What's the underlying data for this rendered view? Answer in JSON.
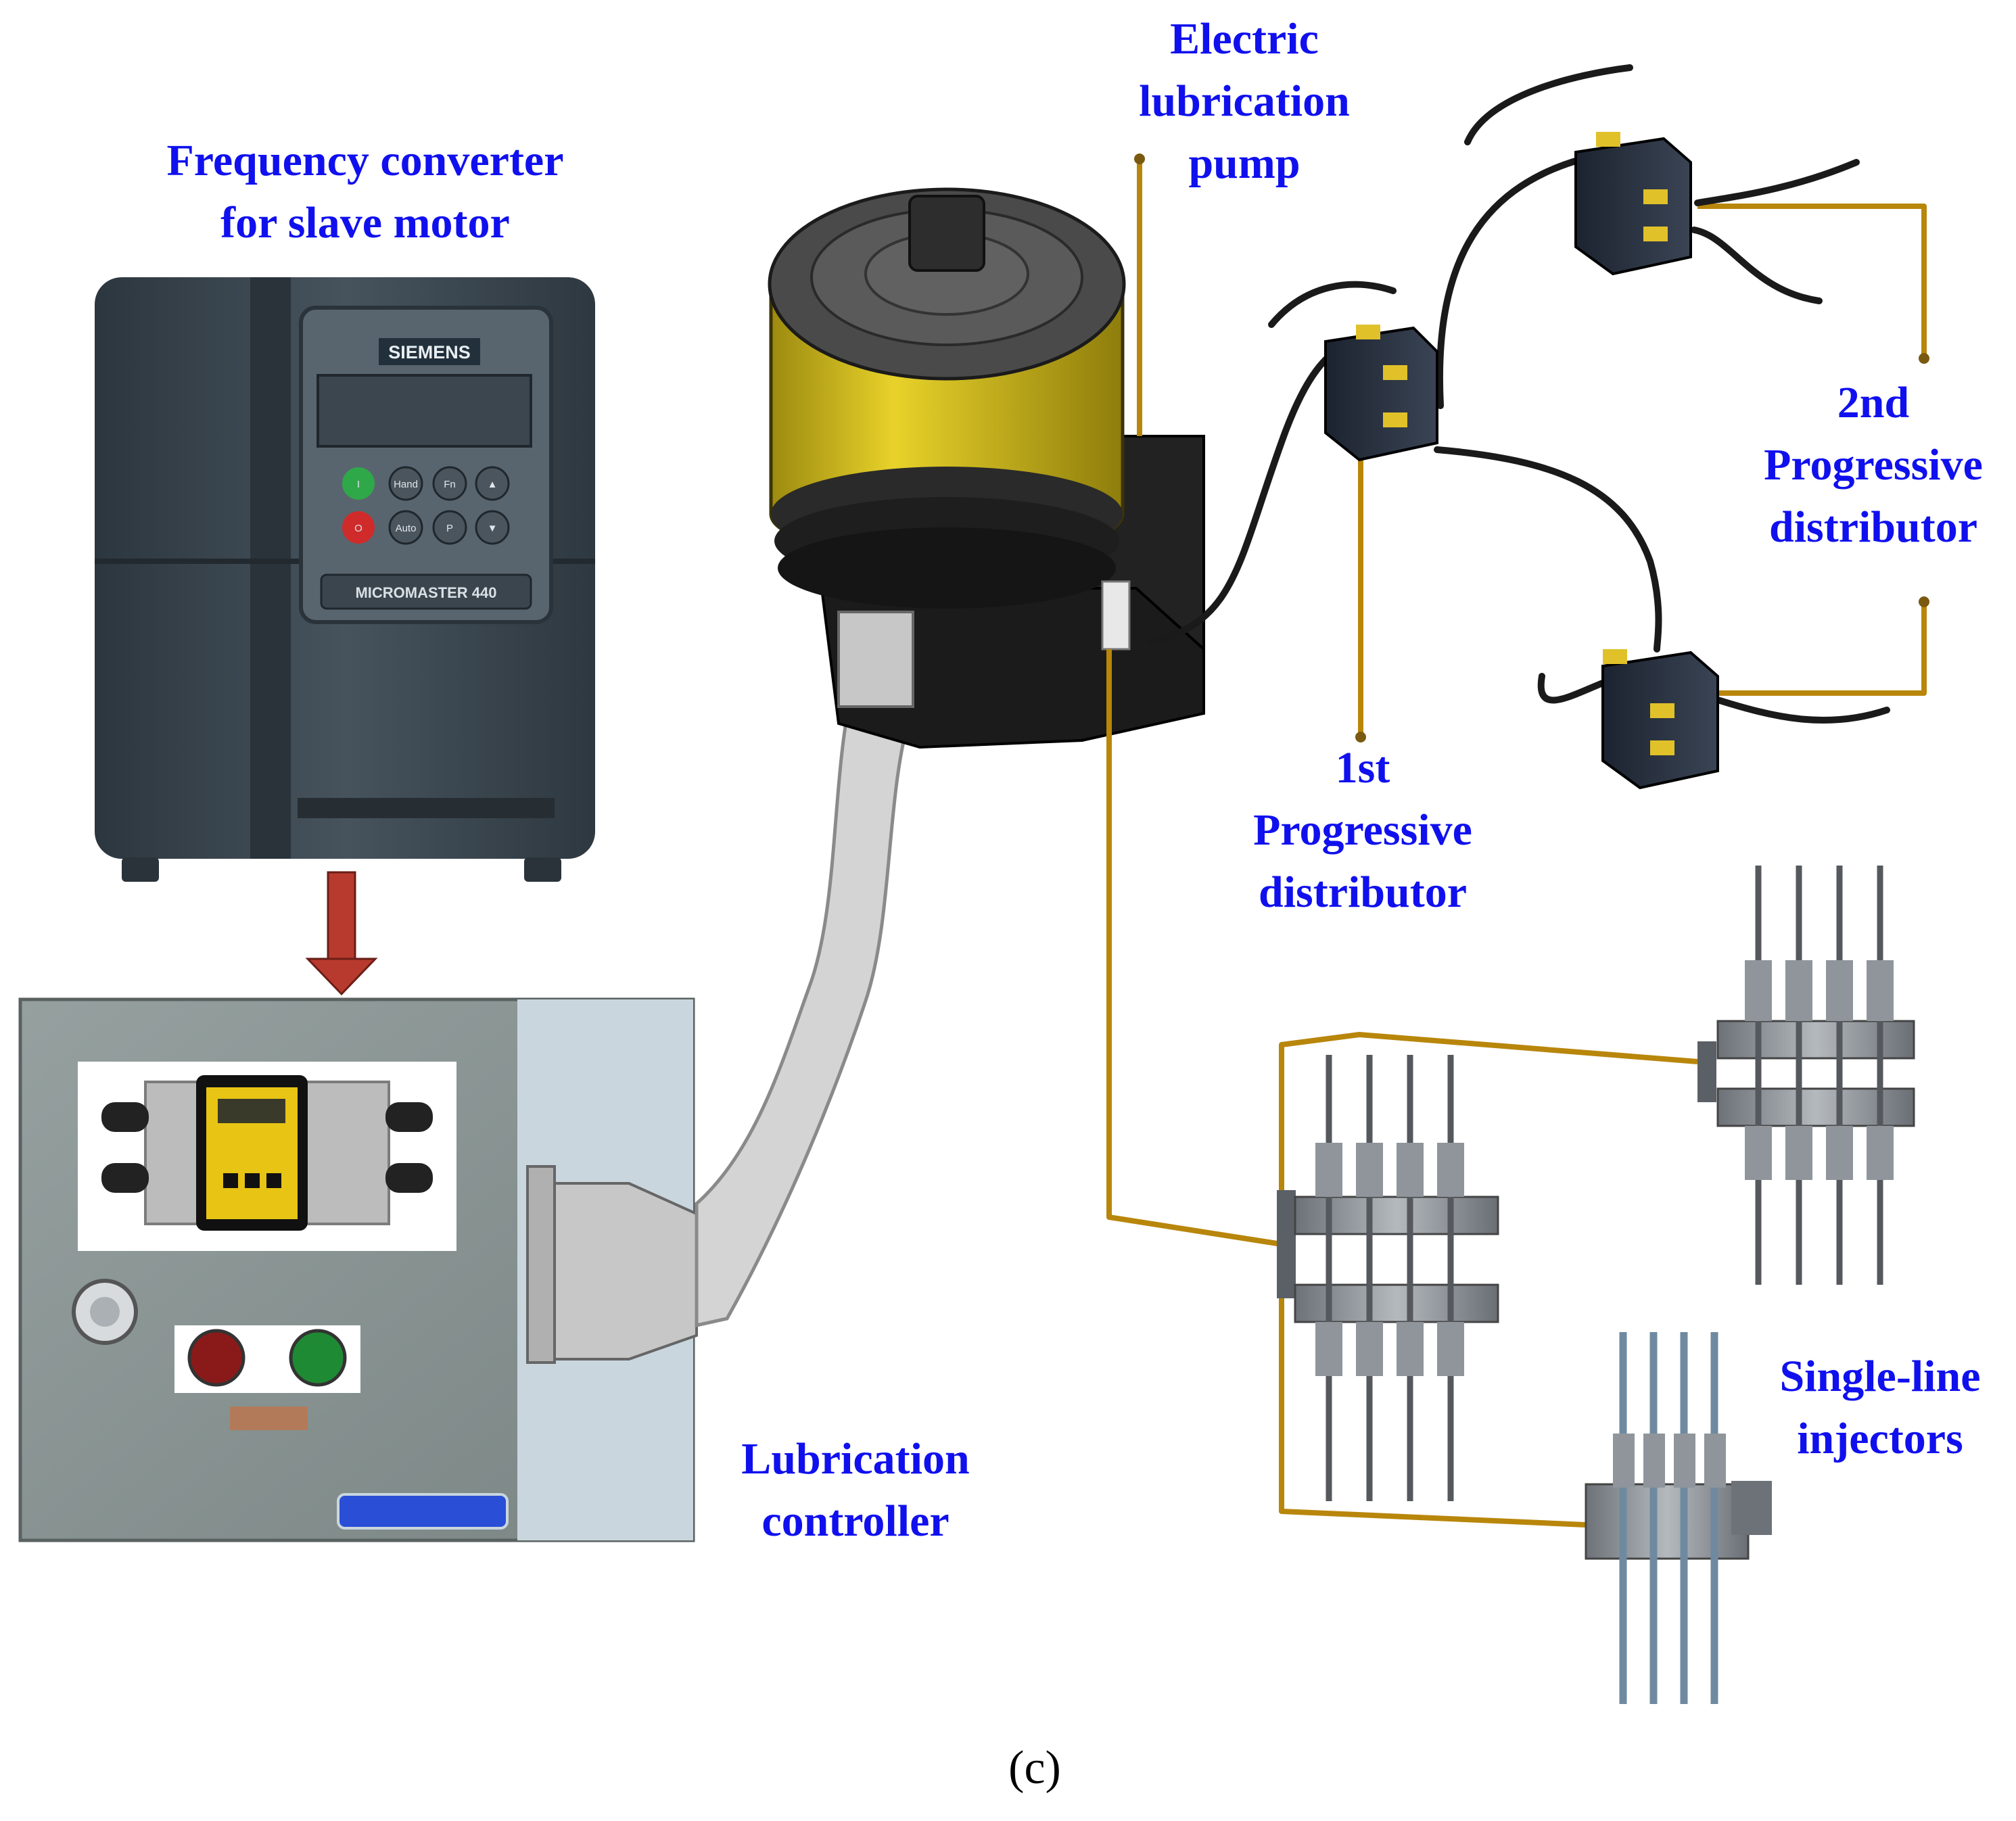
{
  "labels": {
    "frequency_converter": [
      "Frequency converter",
      "for slave motor"
    ],
    "electric_pump": [
      "Electric",
      "lubrication",
      "pump"
    ],
    "second_distributor": [
      "2nd",
      "Progressive",
      "distributor"
    ],
    "first_distributor": [
      "1st",
      "Progressive",
      "distributor"
    ],
    "lubrication_controller": [
      "Lubrication",
      "controller"
    ],
    "single_line_injectors": [
      "Single-line",
      "injectors"
    ]
  },
  "converter_device": {
    "brand": "SIEMENS",
    "model": "MICROMASTER 440",
    "keys": [
      "I",
      "Hand",
      "Fn",
      "▲",
      "O",
      "Auto",
      "P",
      "▼"
    ]
  },
  "caption": "(c)",
  "colors": {
    "label_text": "#1010ee",
    "pipe": "#b8860b",
    "arrow": "#b83a2e",
    "converter_body": "#3a4650",
    "controller_box": "#8a9594",
    "pump_yellow": "#d9c21a",
    "hose": "#d4d4d4"
  }
}
